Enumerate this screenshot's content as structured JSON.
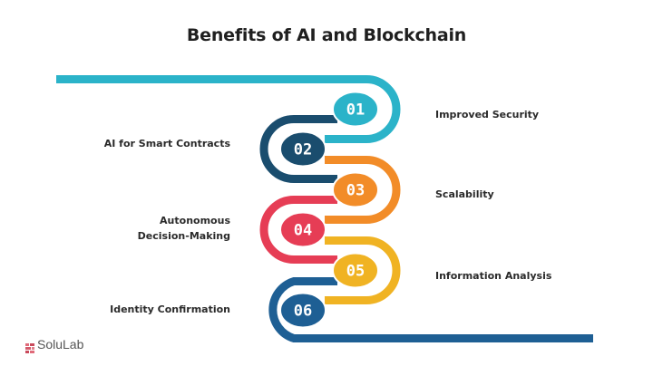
{
  "title": "Benefits of AI and Blockchain",
  "colors": {
    "step1": "#2bb3c9",
    "step2": "#1a4d6e",
    "step3": "#f28c28",
    "step4": "#e63d55",
    "step5": "#f0b323",
    "step6": "#1e5f94"
  },
  "steps": [
    {
      "number": "01",
      "label": "Improved Security",
      "side": "right"
    },
    {
      "number": "02",
      "label": "AI for Smart Contracts",
      "side": "left"
    },
    {
      "number": "03",
      "label": "Scalability",
      "side": "right"
    },
    {
      "number": "04",
      "label": "Autonomous Decision-Making",
      "label_line1": "Autonomous",
      "label_line2": "Decision-Making",
      "side": "left"
    },
    {
      "number": "05",
      "label": "Information Analysis",
      "side": "right"
    },
    {
      "number": "06",
      "label": "Identity Confirmation",
      "side": "left"
    }
  ],
  "brand": {
    "name": "SoluLab",
    "logo_icon": "solulab-logo-icon"
  }
}
